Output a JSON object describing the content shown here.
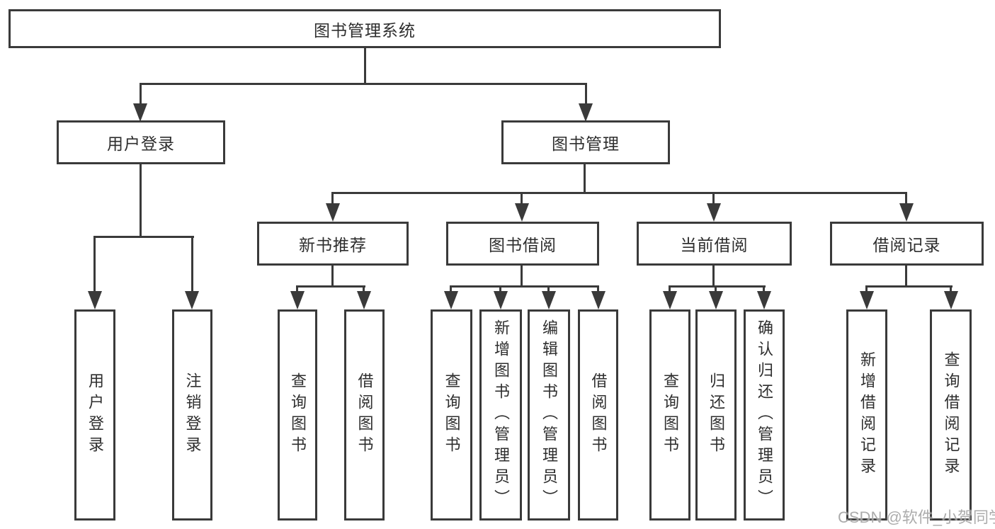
{
  "tree": {
    "root": {
      "label": "图书管理系统",
      "children": [
        {
          "label": "用户登录",
          "children": [
            {
              "label": "用户登录"
            },
            {
              "label": "注销登录"
            }
          ]
        },
        {
          "label": "图书管理",
          "children": [
            {
              "label": "新书推荐",
              "children": [
                {
                  "label": "查询图书"
                },
                {
                  "label": "借阅图书"
                }
              ]
            },
            {
              "label": "图书借阅",
              "children": [
                {
                  "label": "查询图书"
                },
                {
                  "label": "新增图书（管理员）"
                },
                {
                  "label": "编辑图书（管理员）"
                },
                {
                  "label": "借阅图书"
                }
              ]
            },
            {
              "label": "当前借阅",
              "children": [
                {
                  "label": "查询图书"
                },
                {
                  "label": "归还图书"
                },
                {
                  "label": "确认归还（管理员）"
                }
              ]
            },
            {
              "label": "借阅记录",
              "children": [
                {
                  "label": "新增借阅记录"
                },
                {
                  "label": "查询借阅记录"
                }
              ]
            }
          ]
        }
      ]
    }
  },
  "watermark": {
    "text": "CSDN @软件_小贺同学"
  },
  "colors": {
    "line": "#3a3a3a",
    "text": "#2e2e2e",
    "background": "#ffffff",
    "watermark": "#9e9e9e"
  }
}
